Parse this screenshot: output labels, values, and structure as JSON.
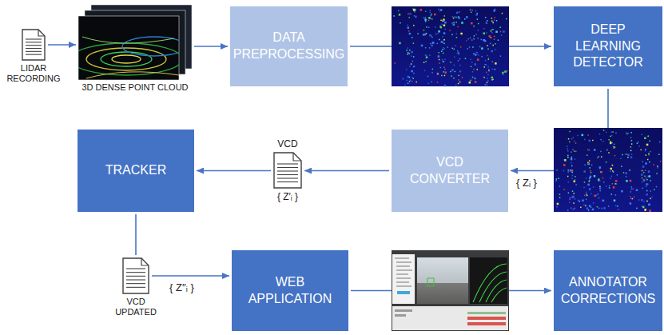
{
  "diagram": {
    "nodes": [
      {
        "text": [
          "LIDAR RECORDING"
        ]
      },
      {
        "text": [
          "3D DENSE POINT CLOUD"
        ]
      },
      {
        "text": [
          "DATA PREPROCESSING"
        ]
      },
      {
        "text": [
          "DEEP LEARNING DETECTOR"
        ]
      },
      {
        "text": [
          "VCD CONVERTER"
        ]
      },
      {
        "text": [
          "VCD",
          "{ Z′ᵢ }"
        ]
      },
      {
        "text": [
          "TRACKER"
        ]
      },
      {
        "text": [
          "VCD UPDATED"
        ]
      },
      {
        "text": [
          "WEB APPLICATION"
        ]
      },
      {
        "text": [
          "ANNOTATOR CORRECTIONS"
        ]
      }
    ],
    "edges": [
      {
        "from": 0,
        "to": 1,
        "arrow": "to"
      },
      {
        "from": 1,
        "to": 2,
        "arrow": "to"
      },
      {
        "from": 2,
        "to": 3,
        "arrow": "to"
      },
      {
        "from": 3,
        "to": 4,
        "arrow": "to",
        "label": "{ Zᵢ }"
      },
      {
        "from": 4,
        "to": 5,
        "arrow": "to"
      },
      {
        "from": 5,
        "to": 6,
        "arrow": "to"
      },
      {
        "from": 6,
        "to": 7,
        "arrow": "none"
      },
      {
        "from": 7,
        "to": 8,
        "arrow": "to",
        "label": "{ Z′′ᵢ }"
      },
      {
        "from": 8,
        "to": 9,
        "arrow": "to"
      }
    ]
  }
}
